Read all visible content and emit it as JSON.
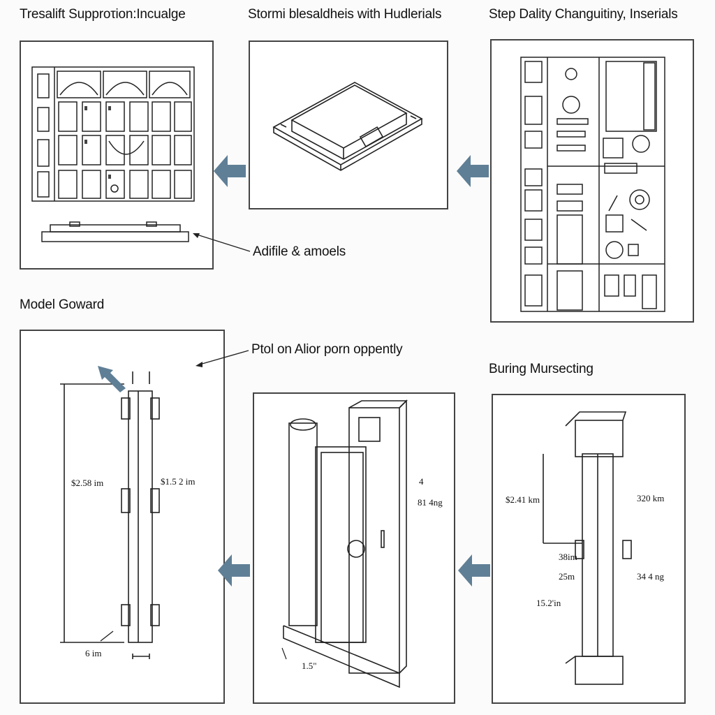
{
  "titles": {
    "top_left": "Tresalift Supproτion:Incualge",
    "top_mid": "Stormi blesaldheis with Hudlerials",
    "top_right": "Step Dality Changuitiny, Inserials",
    "mid_left": "Model Goward",
    "mid_right": "Buring Mursecting"
  },
  "callouts": {
    "adifile": "Adifile & amoels",
    "ptol": "Ptol on Alior porn oppently"
  },
  "dimensions": {
    "left_a": "$2.58 im",
    "left_b": "$1.5 2 im",
    "left_c": "6 im",
    "mid_a": "4",
    "mid_b": "81 4ng",
    "mid_c": "1.5\"",
    "right_a": "$2.41 km",
    "right_b": "320 km",
    "right_c": "38im",
    "right_d": "25m",
    "right_e": "34 4 ng",
    "right_f": "15.2'in"
  },
  "colors": {
    "arrow": "#5f7f96",
    "line": "#222222"
  }
}
